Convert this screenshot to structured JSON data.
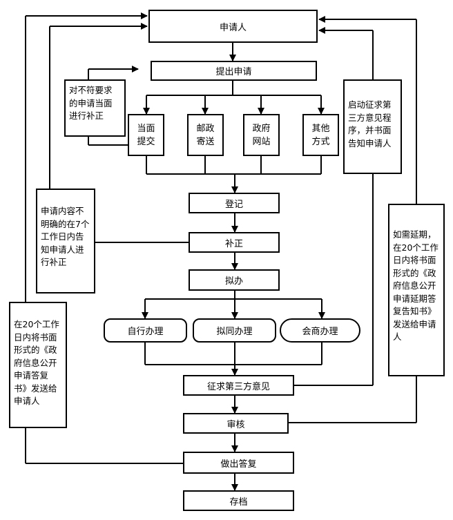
{
  "nodes": {
    "applicant": "申请人",
    "submit": "提出申请",
    "in_person": "当面\n提交",
    "postal": "邮政\n寄送",
    "gov_site": "政府\n网站",
    "other": "其他\n方式",
    "register": "登记",
    "correction": "补正",
    "draft": "拟办",
    "self_handle": "自行办理",
    "joint_handle": "拟同办理",
    "consult_handle": "会商办理",
    "third_party": "征求第三方意见",
    "review": "审核",
    "reply": "做出答复",
    "archive": "存档"
  },
  "notes": {
    "nonconforming": "对不符要求\n的申请当面\n进行补正",
    "unclear": "申请内容不\n明确的在7个\n工作日内告\n知申请人进\n行补正",
    "twenty_days": "在20个工作\n日内将书面\n形式的《政\n府信息公开\n申请答复\n书》发送给\n申请人",
    "third_party_notice": "启动征求第\n三方意见程\n序，并书面\n告知申请人",
    "extension": "如需延期，\n在20个工作\n日内将书面\n形式的《政\n府信息公开\n申请延期答\n复告知书》\n发送给申请\n人"
  }
}
